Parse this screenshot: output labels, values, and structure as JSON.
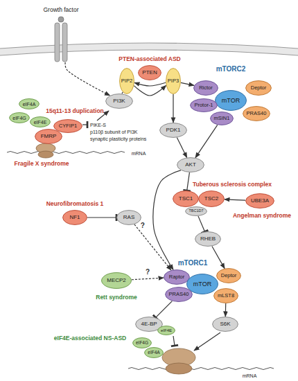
{
  "diagram": {
    "nodes": [
      {
        "text": [
          "Growth factor"
        ]
      },
      {
        "text": [
          "PTEN"
        ]
      },
      {
        "text": [
          "PIP2"
        ]
      },
      {
        "text": [
          "PIP3"
        ]
      },
      {
        "text": [
          "mTOR"
        ]
      },
      {
        "text": [
          "Rictor"
        ]
      },
      {
        "text": [
          "Protor-1"
        ]
      },
      {
        "text": [
          "mSIN1"
        ]
      },
      {
        "text": [
          "Deptor"
        ]
      },
      {
        "text": [
          "PRAS40"
        ]
      },
      {
        "text": [
          "eIF4A"
        ]
      },
      {
        "text": [
          "eIF4G"
        ]
      },
      {
        "text": [
          "eIF4E"
        ]
      },
      {
        "text": [
          "CYFIP1"
        ]
      },
      {
        "text": [
          "FMRP"
        ]
      },
      {
        "text": [
          "PI3K"
        ]
      },
      {
        "text": [
          "PDK1"
        ]
      },
      {
        "text": [
          "AKT"
        ]
      },
      {
        "text": [
          "TSC1"
        ]
      },
      {
        "text": [
          "TSC2"
        ]
      },
      {
        "text": [
          "TBC1D7"
        ]
      },
      {
        "text": [
          "UBE3A"
        ]
      },
      {
        "text": [
          "NF1"
        ]
      },
      {
        "text": [
          "RAS"
        ]
      },
      {
        "text": [
          "RHEB"
        ]
      },
      {
        "text": [
          "Raptor"
        ]
      },
      {
        "text": [
          "mTOR"
        ]
      },
      {
        "text": [
          "Deptor"
        ]
      },
      {
        "text": [
          "PRAS40"
        ]
      },
      {
        "text": [
          "mLST8"
        ]
      },
      {
        "text": [
          "MECP2"
        ]
      },
      {
        "text": [
          "4E-BP"
        ]
      },
      {
        "text": [
          "S6K"
        ]
      },
      {
        "text": [
          "eIF4E"
        ]
      },
      {
        "text": [
          "eIF4G"
        ]
      },
      {
        "text": [
          "eIF4A"
        ]
      }
    ],
    "edges": [
      {
        "from": 0,
        "to": 15,
        "arrow": "to"
      },
      {
        "from": 2,
        "to": 3,
        "arrow": "to"
      },
      {
        "from": 3,
        "to": 2,
        "arrow": "to"
      },
      {
        "from": 15,
        "to": 2,
        "arrow": "none"
      },
      {
        "from": 3,
        "to": 16,
        "arrow": "to"
      },
      {
        "from": 3,
        "to": 5,
        "arrow": "to"
      },
      {
        "from": 16,
        "to": 17,
        "arrow": "to"
      },
      {
        "from": 7,
        "to": 17,
        "arrow": "to"
      },
      {
        "from": 17,
        "to": 18,
        "arrow": "to"
      },
      {
        "from": 21,
        "to": 19,
        "arrow": "to"
      },
      {
        "from": 20,
        "to": 24,
        "arrow": "to"
      },
      {
        "from": 24,
        "to": 27,
        "arrow": "to"
      },
      {
        "from": 17,
        "to": 25,
        "arrow": "to"
      },
      {
        "from": 22,
        "to": 23,
        "arrow": "to"
      },
      {
        "from": 23,
        "to": 25,
        "label": "?",
        "arrow": "to"
      },
      {
        "from": 30,
        "to": 25,
        "label": "?",
        "arrow": "to"
      },
      {
        "from": 28,
        "to": 31,
        "arrow": "to"
      },
      {
        "from": 29,
        "to": 32,
        "arrow": "to"
      }
    ],
    "labels": [
      "PTEN-associated ASD",
      "mTORC2",
      "15q11-13 duplication",
      "PIKE-S",
      "p110β subunit of PI3K",
      "synaptic plasticity proteins",
      "Fragile X syndrome",
      "mRNA",
      "Tuberous sclerosis complex",
      "Angelman syndrome",
      "Neurofibromatosis 1",
      "mTORC1",
      "Rett syndrome",
      "eIF4E-associated NS-ASD",
      "mRNA"
    ]
  }
}
